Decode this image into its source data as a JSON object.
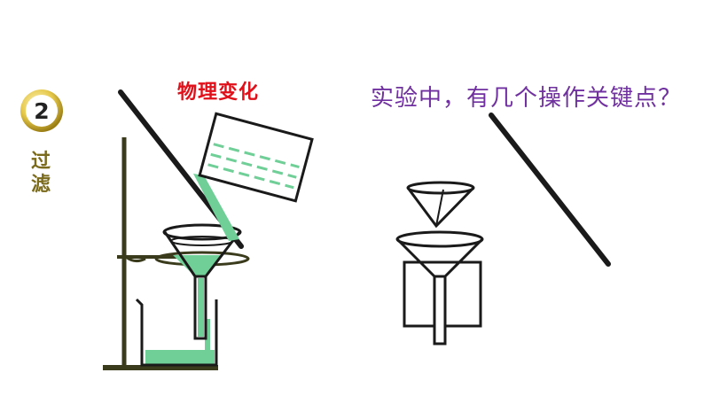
{
  "section": {
    "number": "2",
    "title_chars": [
      "过",
      "滤"
    ]
  },
  "labels": {
    "physical_change": "物理变化",
    "question": "实验中，有几个操作关键点？"
  },
  "colors": {
    "liquid": "#6fcf97",
    "stand": "#3a3a1c",
    "red": "#e0101a",
    "purple": "#7030a0",
    "badge_olive": "#7a6a1c"
  }
}
